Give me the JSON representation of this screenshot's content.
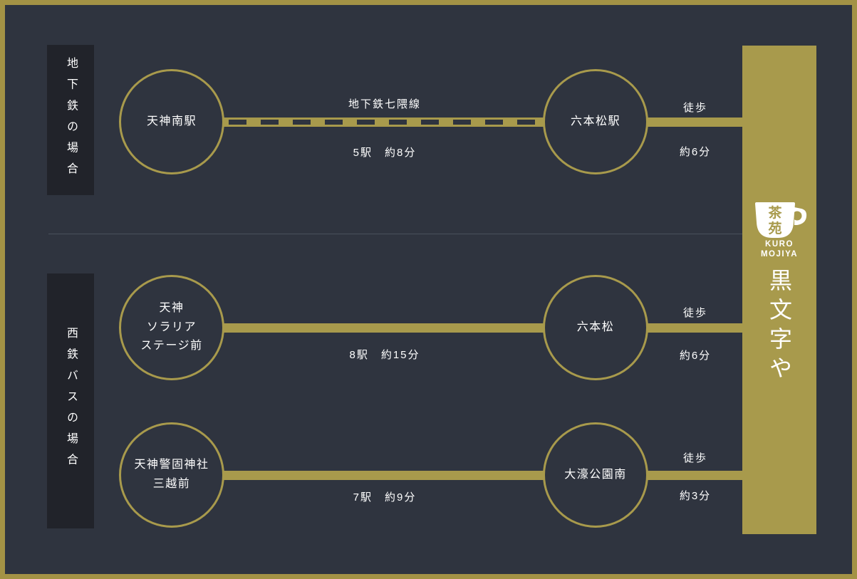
{
  "colors": {
    "gold": "#a89a4c",
    "frame_gold": "#a39245",
    "background": "#2f343f",
    "label_box": "#21232a",
    "divider": "#4a505c",
    "text": "#ffffff"
  },
  "subway_section": {
    "section_label": "地下鉄の場合",
    "from_station": "天神南駅",
    "line_name": "地下鉄七隈線",
    "ride_detail": "5駅　約8分",
    "to_station": "六本松駅",
    "walk_label": "徒歩",
    "walk_time": "約6分"
  },
  "bus_section": {
    "section_label": "西鉄バスの場合",
    "route1": {
      "from_line1": "天神",
      "from_line2": "ソラリア",
      "from_line3": "ステージ前",
      "ride_detail": "8駅　約15分",
      "to_station": "六本松",
      "walk_label": "徒歩",
      "walk_time": "約6分"
    },
    "route2": {
      "from_line1": "天神警固神社",
      "from_line2": "三越前",
      "ride_detail": "7駅　約9分",
      "to_station": "大濠公園南",
      "walk_label": "徒歩",
      "walk_time": "約3分"
    }
  },
  "banner": {
    "cup_char1": "茶",
    "cup_char2": "苑",
    "brand_en_line1": "KURO",
    "brand_en_line2": "MOJIYA",
    "brand_jp": "黒文字や"
  }
}
